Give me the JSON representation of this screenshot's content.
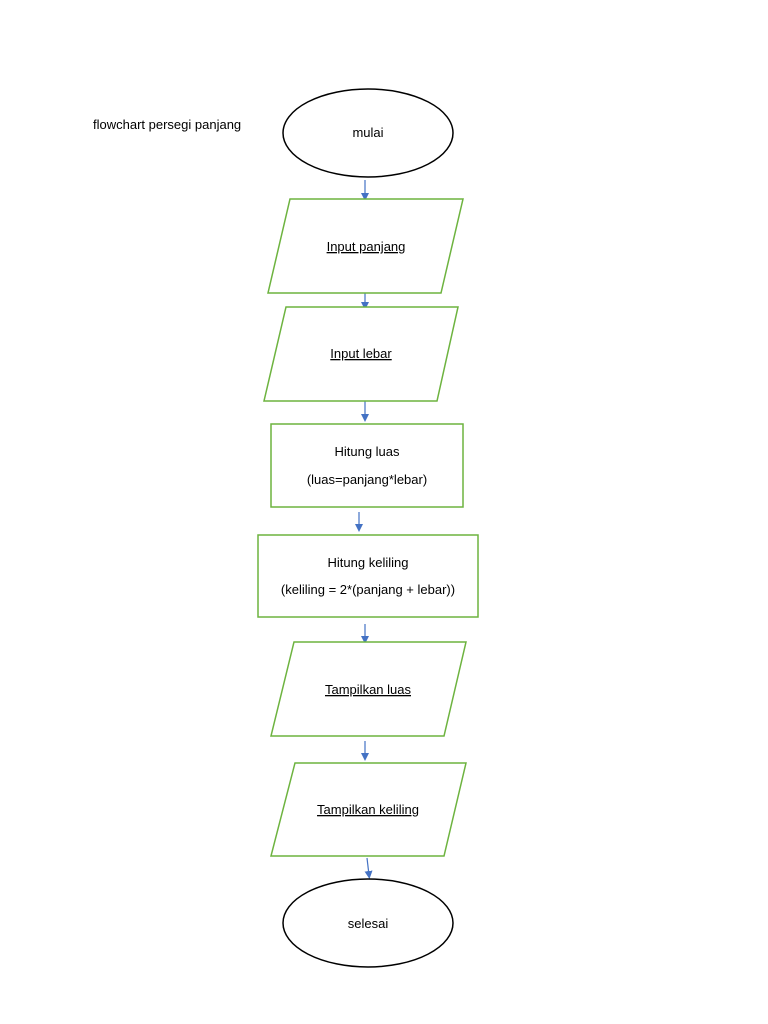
{
  "diagram": {
    "title": "flowchart persegi panjang",
    "nodes": {
      "start": "mulai",
      "input_panjang": "Input panjang",
      "input_lebar": "Input lebar",
      "hitung_luas_1": "Hitung luas",
      "hitung_luas_2": "(luas=panjang*lebar)",
      "hitung_keliling_1": "Hitung keliling",
      "hitung_keliling_2": "(keliling = 2*(panjang + lebar))",
      "tampilkan_luas": "Tampilkan luas",
      "tampilkan_keliling": "Tampilkan keliling",
      "end": "selesai"
    },
    "colors": {
      "shape_border": "#6db33f",
      "arrow": "#4472c4",
      "terminal_border": "#000000"
    }
  }
}
